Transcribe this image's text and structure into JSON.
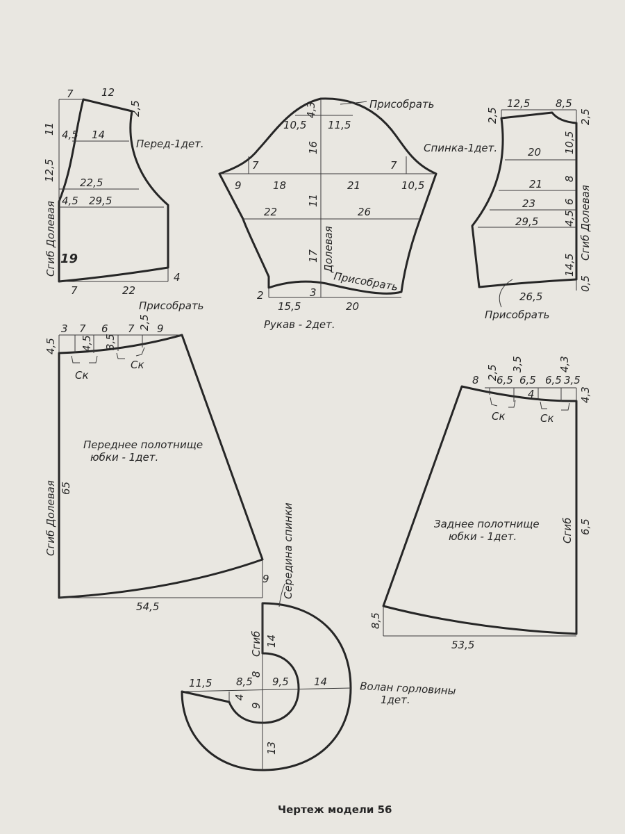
{
  "caption": "Чертеж модели 56",
  "front": {
    "title": "Перед-1дет.",
    "fold": "Сгиб Долевая",
    "dims": [
      "7",
      "12",
      "2,5",
      "11",
      "4,5",
      "14",
      "12,5",
      "22,5",
      "4,5",
      "29,5",
      "19",
      "7",
      "22",
      "4"
    ]
  },
  "sleeve": {
    "title": "Рукав - 2дет.",
    "gather_top": "Присобрать",
    "gather_bottom": "Присобрать",
    "grain": "Долевая",
    "dims": [
      "4,3",
      "10,5",
      "11,5",
      "16",
      "7",
      "7",
      "9",
      "18",
      "21",
      "10,5",
      "11",
      "22",
      "26",
      "17",
      "2",
      "3",
      "15,5",
      "20"
    ]
  },
  "back": {
    "title": "Спинка-1дет.",
    "fold": "Сгиб Долевая",
    "gather": "Присобрать",
    "dims": [
      "2,5",
      "12,5",
      "8,5",
      "2,5",
      "20",
      "10,5",
      "21",
      "8",
      "23",
      "6",
      "29,5",
      "4,5",
      "14,5",
      "26,5",
      "0,5"
    ]
  },
  "skirt_front": {
    "title_1": "Переднее полотнище",
    "title_2": "юбки - 1дет.",
    "gather": "Присобрать",
    "fold": "Сгиб Долевая",
    "fold_number": "65",
    "tuck_1": "Ск",
    "tuck_2": "Ск",
    "dims": [
      "3",
      "7",
      "6",
      "7",
      "2,5",
      "9",
      "4,5",
      "4,5",
      "3,5",
      "9",
      "54,5"
    ]
  },
  "skirt_back": {
    "title_1": "Заднее полотнище",
    "title_2": "юбки - 1дет.",
    "fold": "Сгиб",
    "tuck_1": "Ск",
    "tuck_2": "Ск",
    "dims": [
      "8",
      "2,5",
      "6,5",
      "3,5",
      "6,5",
      "6,5",
      "4,3",
      "3,5",
      "4",
      "4,3",
      "6,5",
      "8,5",
      "53,5"
    ]
  },
  "collar": {
    "title_1": "Волан горловины",
    "title_2": "1дет.",
    "center_back": "Середина спинки",
    "fold": "Сгиб",
    "dims": [
      "14",
      "8",
      "11,5",
      "8,5",
      "9,5",
      "14",
      "4",
      "9",
      "13"
    ]
  }
}
